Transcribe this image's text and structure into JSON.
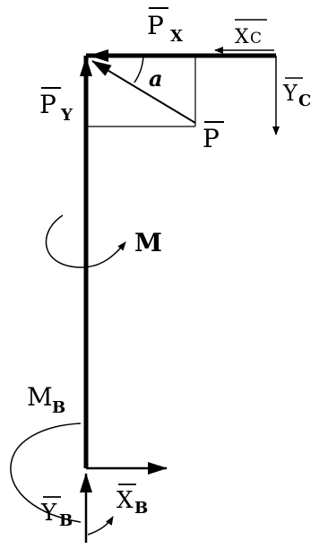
{
  "labels": {
    "px": {
      "main": "P",
      "sub": "X"
    },
    "py": {
      "main": "P",
      "sub": "Y"
    },
    "p": {
      "main": "P"
    },
    "alpha": "a",
    "xc": {
      "main": "X",
      "sub": "C"
    },
    "yc": {
      "main": "Y",
      "sub": "C"
    },
    "m": "M",
    "mb": {
      "main": "M",
      "sub": "B"
    },
    "xb": {
      "main": "X",
      "sub": "B"
    },
    "yb": {
      "main": "Y",
      "sub": "B"
    }
  },
  "colors": {
    "ink": "#000000",
    "background": "#ffffff"
  }
}
